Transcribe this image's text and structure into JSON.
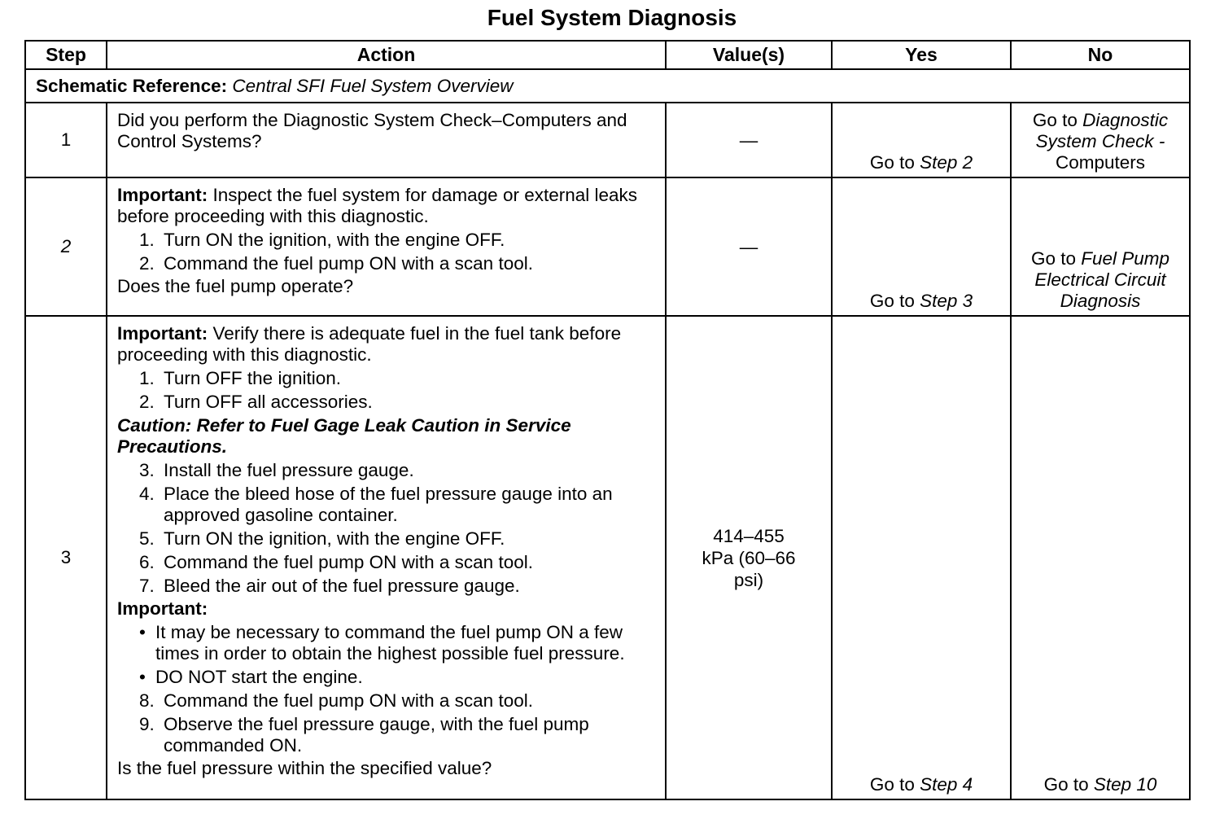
{
  "title": "Fuel System Diagnosis",
  "headers": {
    "step": "Step",
    "action": "Action",
    "values": "Value(s)",
    "yes": "Yes",
    "no": "No"
  },
  "schematic": {
    "label": "Schematic Reference:",
    "value": "Central SFI Fuel System Overview"
  },
  "rows": [
    {
      "step": "1",
      "action": [
        {
          "type": "text",
          "text": "Did you perform the Diagnostic System Check–Computers and Control Systems?"
        }
      ],
      "value": "—",
      "yes": {
        "prefix": "Go to",
        "ref": "Step 2"
      },
      "no": {
        "prefix": "Go to",
        "ref": "Diagnostic System Check -",
        "suffix": "Computers"
      }
    },
    {
      "step": "2",
      "action": [
        {
          "type": "important",
          "label": "Important:",
          "text": "Inspect the fuel system for damage or external leaks before proceeding with this diagnostic."
        },
        {
          "type": "num",
          "n": "1.",
          "text": "Turn ON the ignition, with the engine OFF."
        },
        {
          "type": "num",
          "n": "2.",
          "text": "Command the fuel pump ON with a scan tool."
        },
        {
          "type": "text",
          "text": "Does the fuel pump operate?"
        }
      ],
      "value": "—",
      "yes": {
        "prefix": "Go to",
        "ref": "Step 3"
      },
      "no": {
        "prefix": "Go to",
        "ref": "Fuel Pump Electrical Circuit Diagnosis"
      }
    },
    {
      "step": "3",
      "action": [
        {
          "type": "important",
          "label": "Important:",
          "text": "Verify there is adequate fuel in the fuel tank before proceeding with this diagnostic."
        },
        {
          "type": "num",
          "n": "1.",
          "text": "Turn OFF the ignition."
        },
        {
          "type": "num",
          "n": "2.",
          "text": "Turn OFF all accessories."
        },
        {
          "type": "caution",
          "text": "Caution: Refer to Fuel Gage Leak Caution in Service Precautions."
        },
        {
          "type": "num",
          "n": "3.",
          "text": "Install the fuel pressure gauge."
        },
        {
          "type": "num",
          "n": "4.",
          "text": "Place the bleed hose of the fuel pressure gauge into an approved gasoline container."
        },
        {
          "type": "num",
          "n": "5.",
          "text": "Turn ON the ignition, with the engine OFF."
        },
        {
          "type": "num",
          "n": "6.",
          "text": "Command the fuel pump ON with a scan tool."
        },
        {
          "type": "num",
          "n": "7.",
          "text": "Bleed the air out of the fuel pressure gauge."
        },
        {
          "type": "important",
          "label": "Important:",
          "text": ""
        },
        {
          "type": "bul",
          "n": "•",
          "text": "It may be necessary to command the fuel pump ON a few times in order to obtain the highest possible fuel pressure."
        },
        {
          "type": "bul",
          "n": "•",
          "text": "DO NOT start the engine."
        },
        {
          "type": "num",
          "n": "8.",
          "text": "Command the fuel pump ON with a scan tool."
        },
        {
          "type": "num",
          "n": "9.",
          "text": "Observe the fuel pressure gauge, with the fuel pump commanded ON."
        },
        {
          "type": "text",
          "text": "Is the fuel pressure within the specified value?"
        }
      ],
      "value": "414–455 kPa (60–66 psi)",
      "yes": {
        "prefix": "Go to",
        "ref": "Step 4"
      },
      "no": {
        "prefix": "Go to",
        "ref": "Step 10"
      }
    }
  ]
}
